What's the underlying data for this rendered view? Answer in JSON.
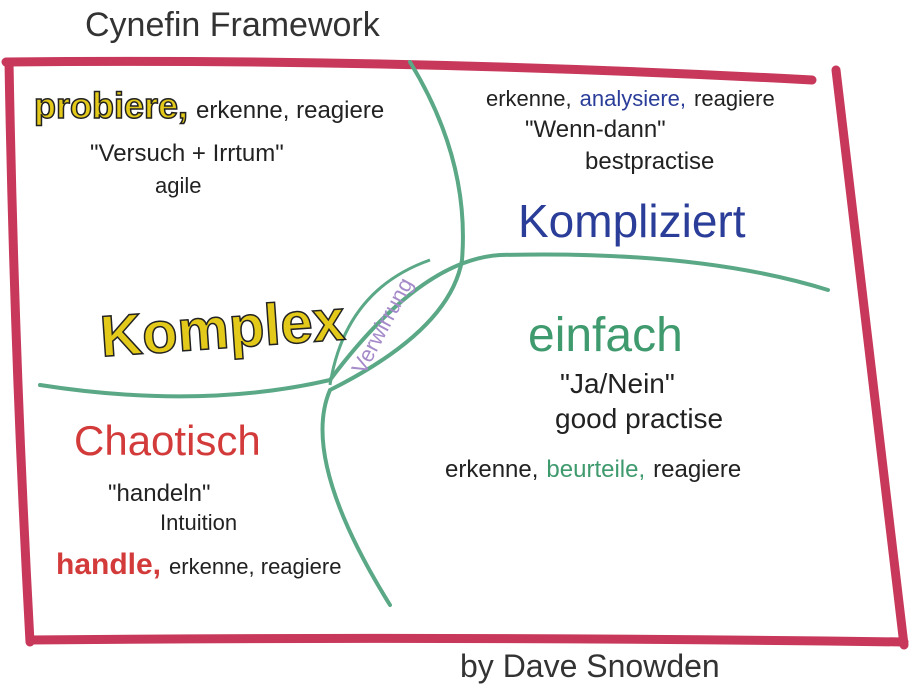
{
  "title": "Cynefin Framework",
  "author": "by Dave Snowden",
  "colors": {
    "frame": "#c8385a",
    "divider": "#5aa886",
    "yellow": "#e3c91a",
    "blue": "#2a3d98",
    "green": "#3f9a6e",
    "red": "#d33a3a",
    "purple": "#a58ac9"
  },
  "complex": {
    "label": "Komplex",
    "action_1": "probiere,",
    "action_rest": "erkenne, reagiere",
    "approach": "\"Versuch + Irrtum\"",
    "method": "agile"
  },
  "complicated": {
    "label": "Kompliziert",
    "action_1": "erkenne,",
    "action_2": "analysiere,",
    "action_3": "reagiere",
    "approach": "\"Wenn-dann\"",
    "practice": "bestpractise"
  },
  "simple": {
    "label": "einfach",
    "approach": "\"Ja/Nein\"",
    "practice": "good practise",
    "action_1": "erkenne,",
    "action_2": "beurteile,",
    "action_3": "reagiere"
  },
  "chaotic": {
    "label": "Chaotisch",
    "approach": "\"handeln\"",
    "method": "Intuition",
    "action_1": "handle,",
    "action_rest": "erkenne, reagiere"
  },
  "disorder": {
    "label": "Verwirrung"
  }
}
